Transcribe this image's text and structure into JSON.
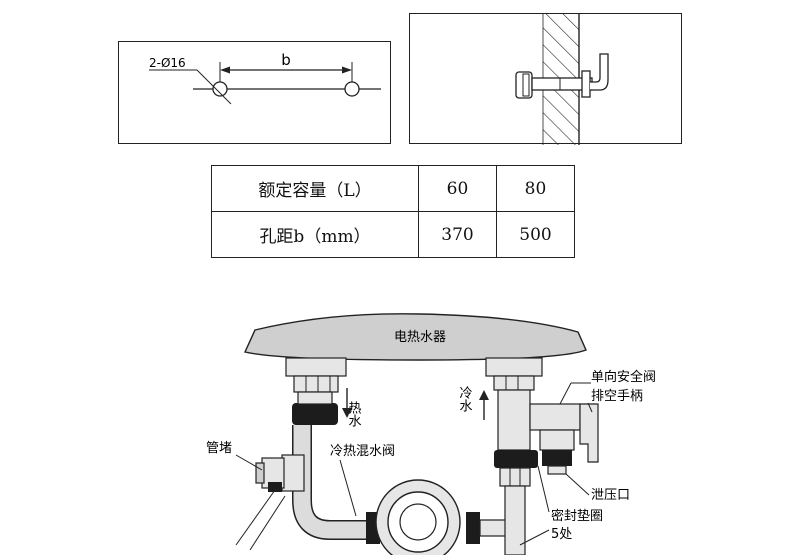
{
  "hole_diagram": {
    "hole_label": "2-Ø16",
    "spacing_label": "b"
  },
  "spec_table": {
    "rows": [
      {
        "label": "额定容量（L）",
        "v1": "60",
        "v2": "80"
      },
      {
        "label": "孔距b（mm）",
        "v1": "370",
        "v2": "500"
      }
    ]
  },
  "install_diagram": {
    "heater_label": "电热水器",
    "hot_water_label": "热水",
    "cold_water_label": "冷水",
    "pipe_plug_label": "管堵",
    "mixing_valve_label": "冷热混水阀",
    "safety_valve_label": "单向安全阀",
    "drain_handle_label": "排空手柄",
    "relief_outlet_label": "泄压口",
    "seal_label": "密封垫圈",
    "seal_count_label": "5处"
  },
  "colors": {
    "line": "#222222",
    "tank_fill": "#cfcfcf",
    "pipe_fill": "#dcdcdc",
    "seal_fill": "#1c1c1c"
  }
}
